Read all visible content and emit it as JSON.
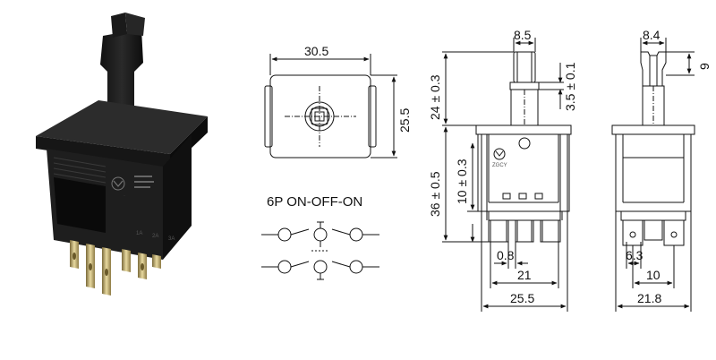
{
  "top_view": {
    "width": "30.5",
    "height": "25.5"
  },
  "schematic": {
    "title": "6P  ON-OFF-ON"
  },
  "front_view": {
    "top_width": "8.5",
    "actuator_height": "24 ± 0.3",
    "tip_height": "3.5 ± 0.1",
    "body_height": "36 ± 0.5",
    "terminal_height": "10 ± 0.3",
    "pitch_small": "0.8",
    "terminal_span": "21",
    "overall_width": "25.5",
    "logo_text": "ZGCY"
  },
  "side_view": {
    "top_width": "8.4",
    "tip_height": "9",
    "terminal_width": "6.3",
    "terminal_spacing": "10",
    "overall_width": "21.8"
  },
  "photo": {
    "labels": [
      "1A",
      "2A",
      "3A"
    ]
  }
}
